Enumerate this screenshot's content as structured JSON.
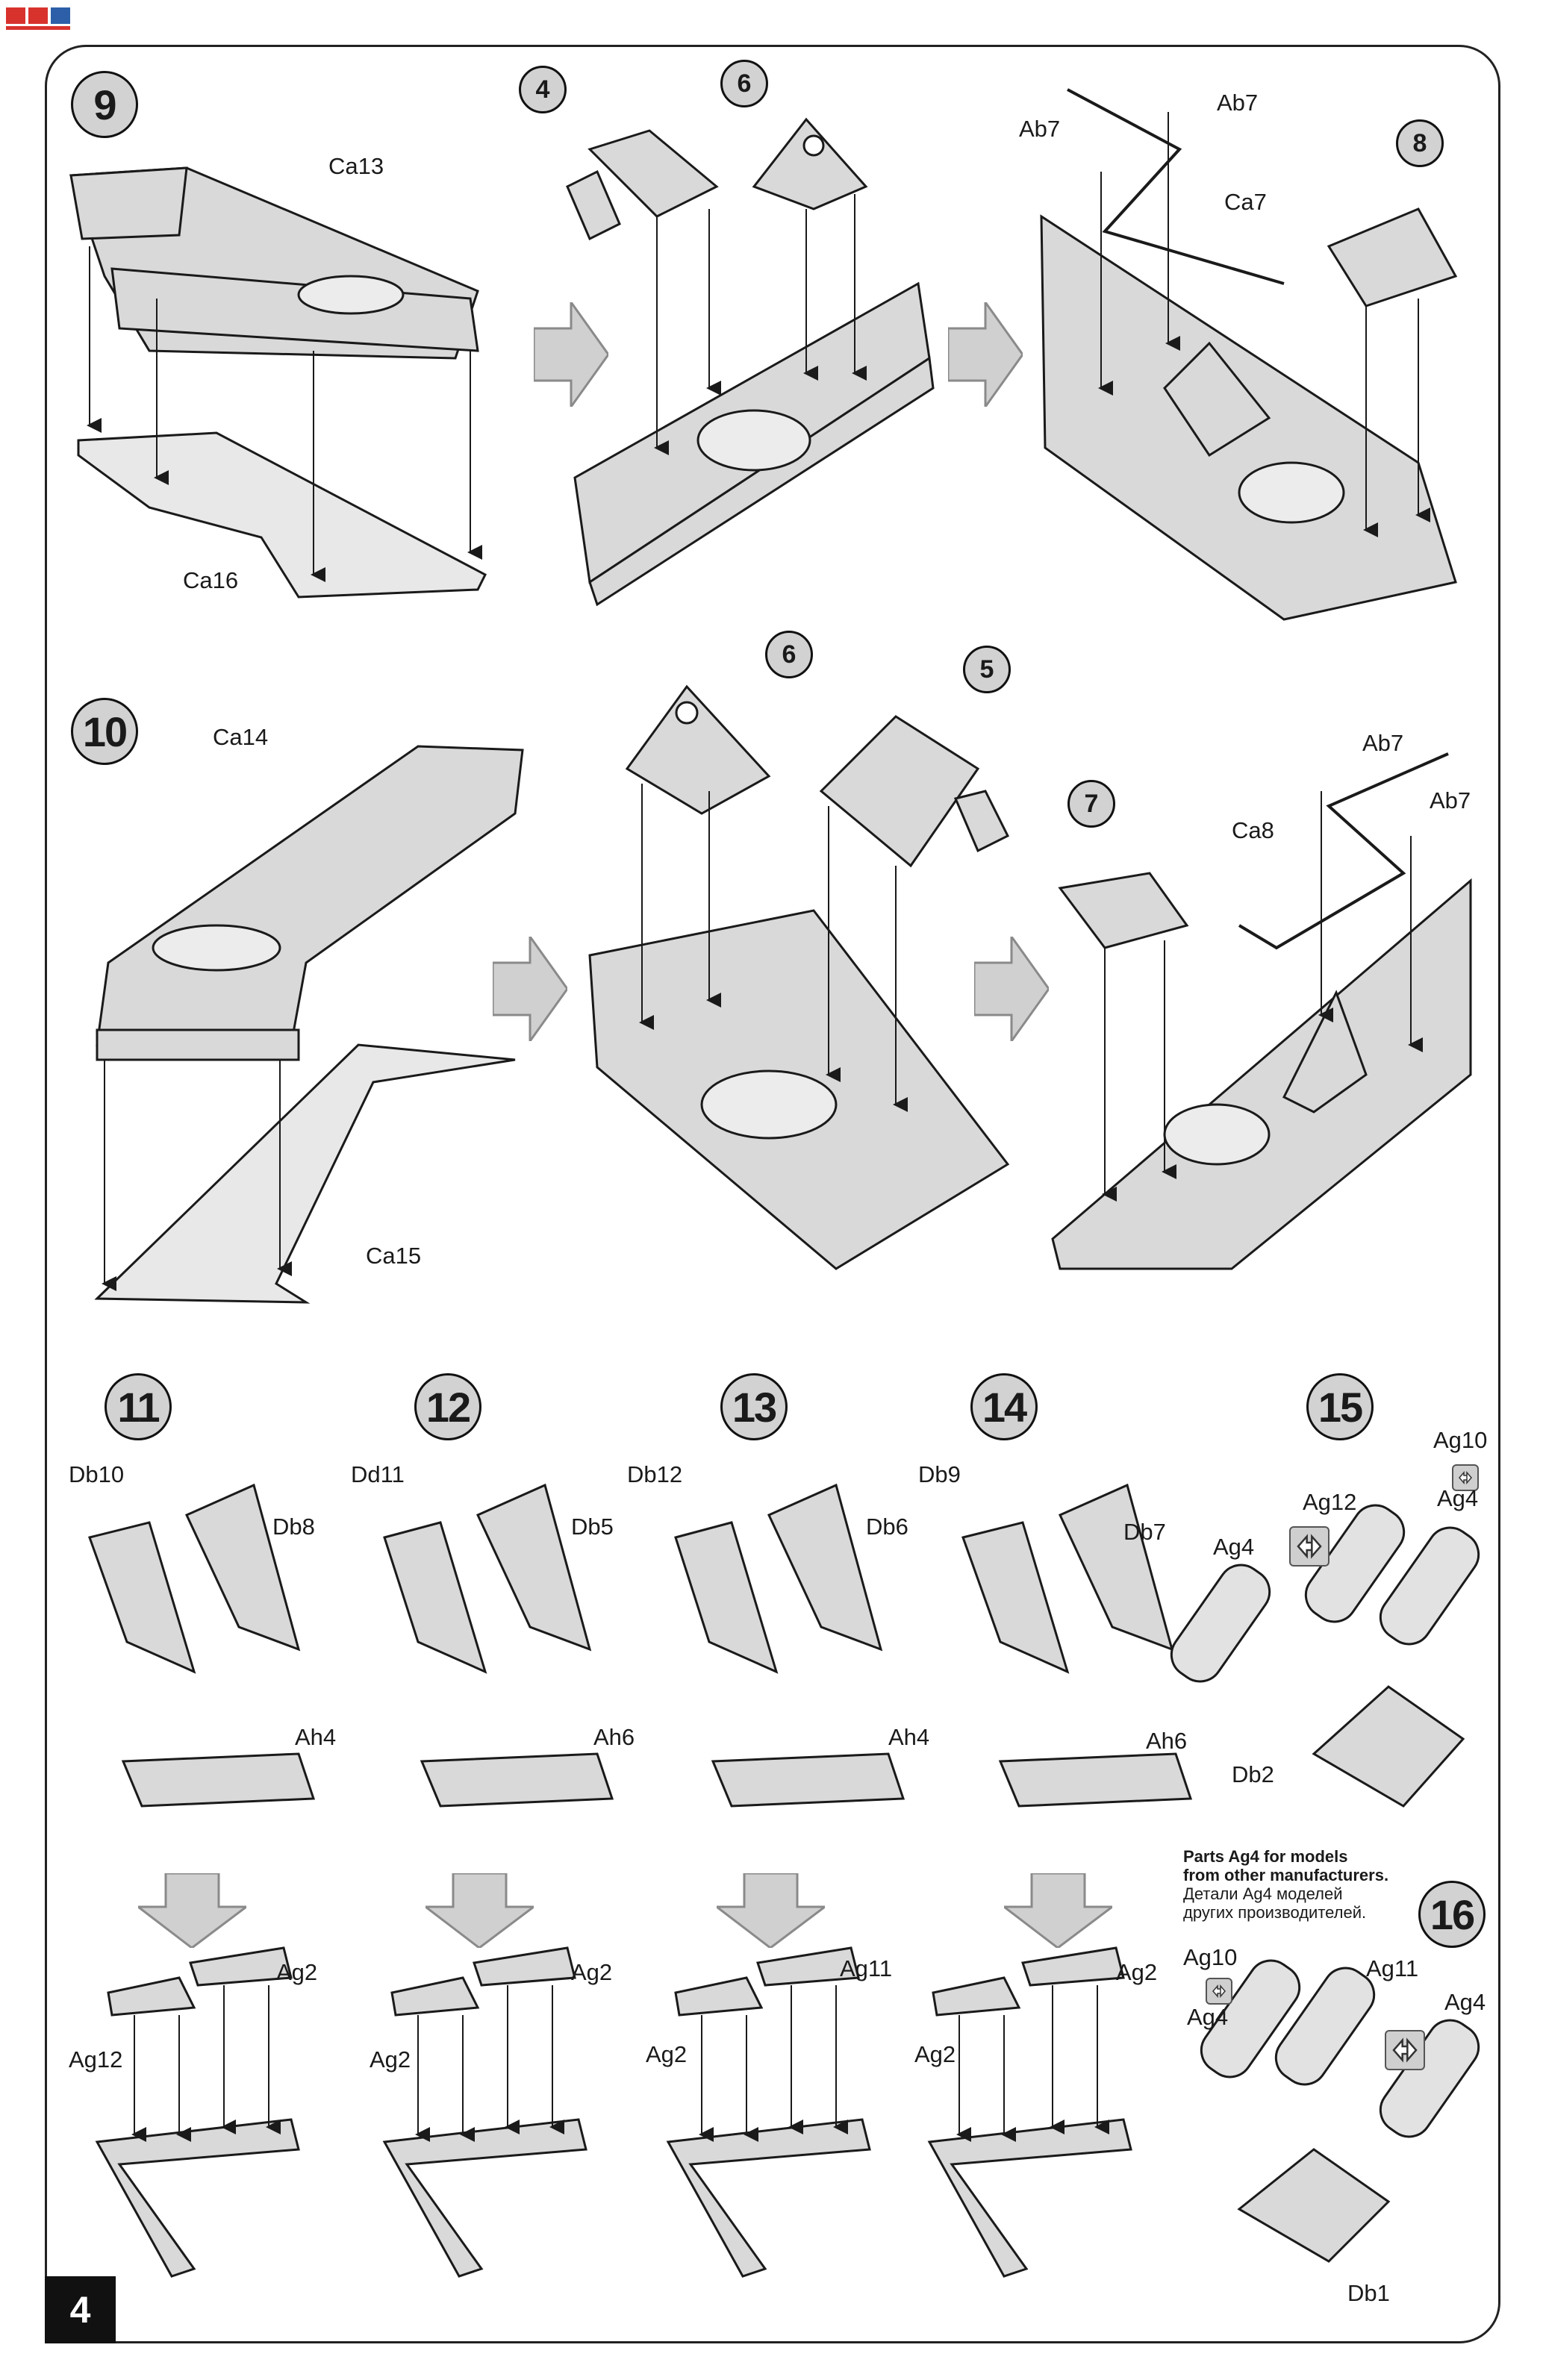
{
  "logo": {
    "text": ""
  },
  "page_number": "4",
  "steps": {
    "s9": {
      "number": "9",
      "sub_a": "4",
      "sub_b": "6",
      "sub_c": "8",
      "labels": {
        "ca13": "Ca13",
        "ca16": "Ca16",
        "ab7_left": "Ab7",
        "ab7_right": "Ab7",
        "ca7": "Ca7"
      }
    },
    "s10": {
      "number": "10",
      "sub_a": "6",
      "sub_b": "5",
      "sub_c": "7",
      "labels": {
        "ca14": "Ca14",
        "ca15": "Ca15",
        "ab7_top": "Ab7",
        "ab7_right": "Ab7",
        "ca8": "Ca8"
      }
    },
    "s11": {
      "number": "11",
      "labels": {
        "db10": "Db10",
        "db8": "Db8",
        "ah4": "Ah4",
        "ag2": "Ag2",
        "ag12": "Ag12"
      }
    },
    "s12": {
      "number": "12",
      "labels": {
        "dd11": "Dd11",
        "db5": "Db5",
        "ah6": "Ah6",
        "ag2_top": "Ag2",
        "ag2_left": "Ag2"
      }
    },
    "s13": {
      "number": "13",
      "labels": {
        "db12": "Db12",
        "db6": "Db6",
        "ah4": "Ah4",
        "ag11": "Ag11",
        "ag2": "Ag2"
      }
    },
    "s14": {
      "number": "14",
      "labels": {
        "db9": "Db9",
        "db7": "Db7",
        "ah6": "Ah6",
        "ag2_top": "Ag2",
        "ag2_left": "Ag2"
      }
    },
    "s15": {
      "number": "15",
      "labels": {
        "ag10": "Ag10",
        "ag4_top": "Ag4",
        "ag12": "Ag12",
        "ag4_left": "Ag4",
        "db2": "Db2"
      }
    },
    "s16": {
      "number": "16",
      "labels": {
        "ag10": "Ag10",
        "ag4_left": "Ag4",
        "ag11": "Ag11",
        "ag4_right": "Ag4",
        "db1": "Db1"
      }
    }
  },
  "note": {
    "en_line1": "Parts Ag4 for models",
    "en_line2": "from other manufacturers.",
    "ru_line1": "Детали Ag4 моделей",
    "ru_line2": "других производителей."
  },
  "colors": {
    "part_fill": "#d9d9d9",
    "line": "#1a1a1a",
    "arrow_fill": "#d0d0d0",
    "arrow_stroke": "#8a8a8a"
  }
}
